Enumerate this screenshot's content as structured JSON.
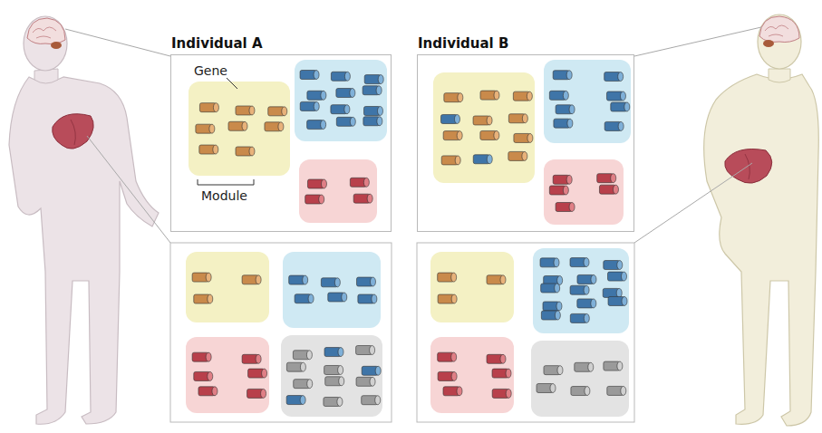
{
  "diagram": {
    "nodes": [
      {
        "text": [
          "Individual A"
        ]
      },
      {
        "text": [
          "Individual B"
        ]
      }
    ],
    "labels": [
      "Gene",
      "Module"
    ]
  }
}
